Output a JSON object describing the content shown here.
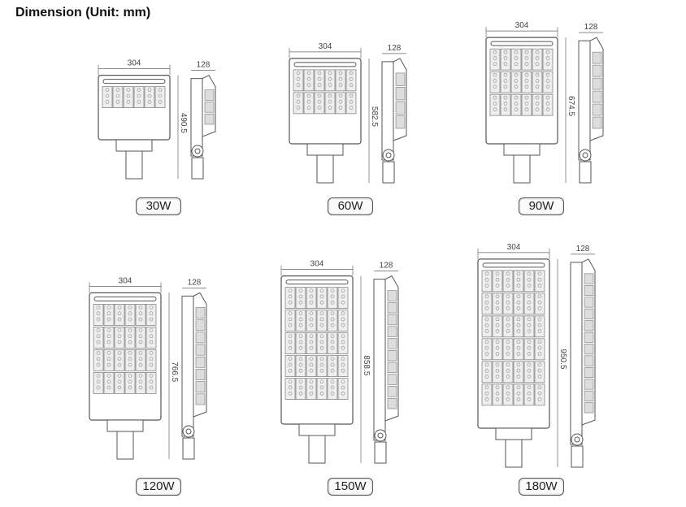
{
  "title": "Dimension (Unit: mm)",
  "models": [
    {
      "label": "30W",
      "width": "304",
      "depth": "128",
      "height": "490.5"
    },
    {
      "label": "60W",
      "width": "304",
      "depth": "128",
      "height": "582.5"
    },
    {
      "label": "90W",
      "width": "304",
      "depth": "128",
      "height": "674.5"
    },
    {
      "label": "120W",
      "width": "304",
      "depth": "128",
      "height": "766.5"
    },
    {
      "label": "150W",
      "width": "304",
      "depth": "128",
      "height": "858.5"
    },
    {
      "label": "180W",
      "width": "304",
      "depth": "128",
      "height": "950.5"
    }
  ]
}
